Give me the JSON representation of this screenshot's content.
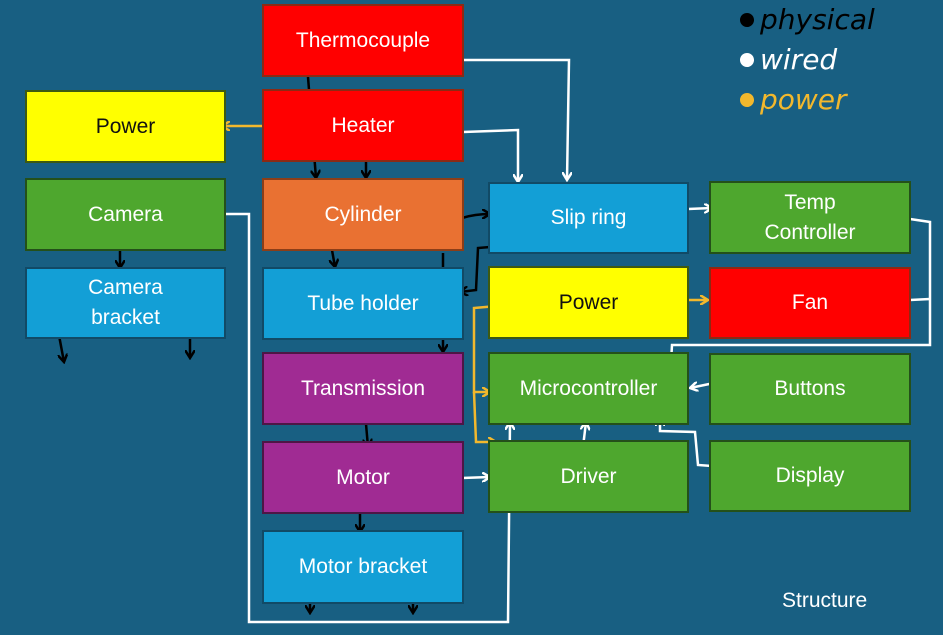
{
  "legend": {
    "items": [
      {
        "label": "physical",
        "color": "#000000"
      },
      {
        "label": "wired",
        "color": "#ffffff"
      },
      {
        "label": "power",
        "color": "#f2b82d"
      }
    ]
  },
  "blocks": {
    "thermocouple": "Thermocouple",
    "power_left": "Power",
    "heater": "Heater",
    "camera": "Camera",
    "cylinder": "Cylinder",
    "camera_bracket": "Camera bracket",
    "tube_holder": "Tube holder",
    "transmission": "Transmission",
    "motor": "Motor",
    "motor_bracket": "Motor bracket",
    "slip_ring": "Slip ring",
    "temp_controller": "Temp Controller",
    "power_right": "Power",
    "fan": "Fan",
    "microcontroller": "Microcontroller",
    "buttons": "Buttons",
    "driver": "Driver",
    "display": "Display"
  },
  "colors": {
    "background": "#185f82",
    "red": "#ff0000",
    "yellow": "#ffff00",
    "green": "#4ea72e",
    "orange": "#e97132",
    "blue": "#139fd6",
    "purple": "#a02b93"
  },
  "footer": {
    "label": "Structure"
  }
}
